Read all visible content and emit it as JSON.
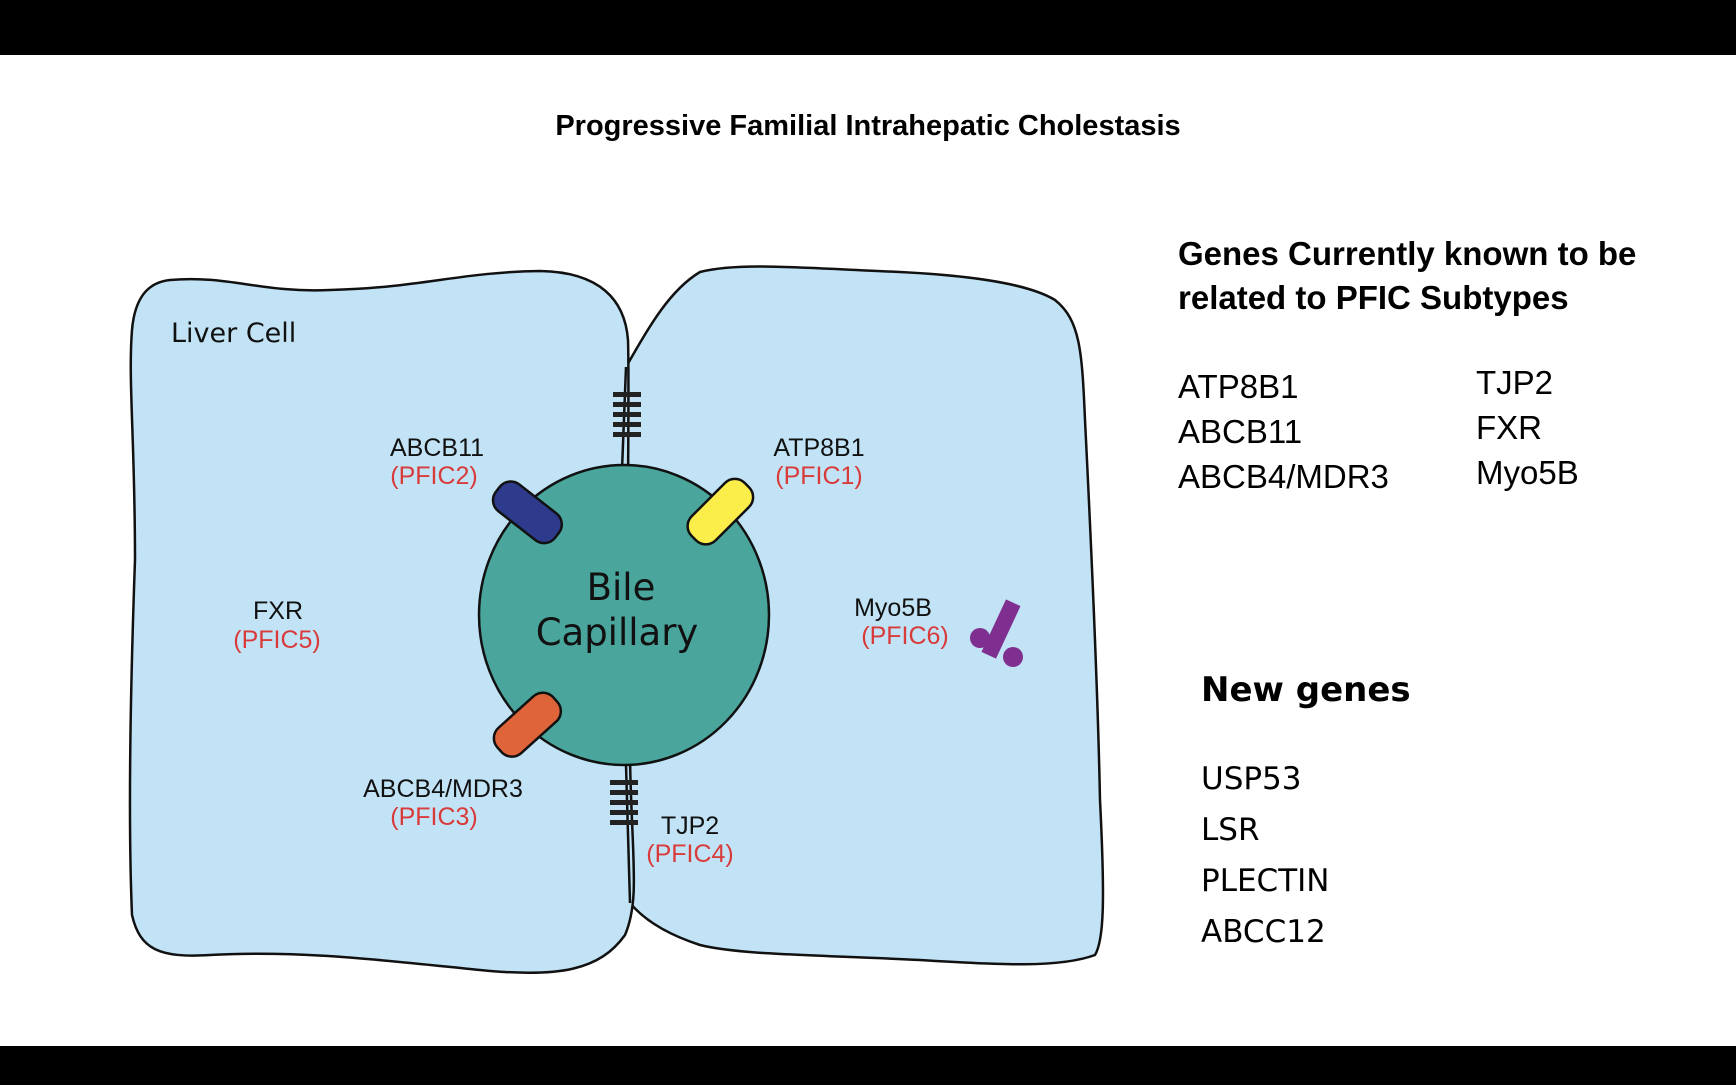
{
  "title": "Progressive Familial Intrahepatic Cholestasis",
  "diagram": {
    "cell_label": "Liver Cell",
    "capillary_label_line1": "Bile",
    "capillary_label_line2": "Capillary",
    "genes": [
      {
        "gene": "ABCB11",
        "subtype": "(PFIC2)",
        "color": "#2e3a8c"
      },
      {
        "gene": "ATP8B1",
        "subtype": "(PFIC1)",
        "color": "#fcee4a"
      },
      {
        "gene": "FXR",
        "subtype": "(PFIC5)"
      },
      {
        "gene": "Myo5B",
        "subtype": "(PFIC6)",
        "color": "#7f2f8f"
      },
      {
        "gene": "ABCB4/MDR3",
        "subtype": "(PFIC3)",
        "color": "#e0643a"
      },
      {
        "gene": "TJP2",
        "subtype": "(PFIC4)"
      }
    ],
    "colors": {
      "cell_fill": "#c2e3f6",
      "capillary_fill": "#4aa59c",
      "subtype_text": "#d93a3a"
    }
  },
  "known_genes": {
    "heading": "Genes Currently known to be related to PFIC Subtypes",
    "column1": [
      "ATP8B1",
      "ABCB11",
      "ABCB4/MDR3"
    ],
    "column2": [
      "TJP2",
      "FXR",
      "Myo5B"
    ]
  },
  "new_genes": {
    "heading": "New genes",
    "items": [
      "USP53",
      "LSR",
      "PLECTIN",
      "ABCC12"
    ]
  }
}
